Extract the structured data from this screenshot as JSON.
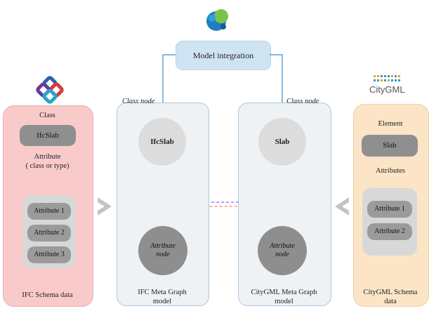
{
  "integration": {
    "label": "Model integration"
  },
  "ifc": {
    "class_title": "Class",
    "class_value": "IfcSlab",
    "attribute_title_line1": "Attribute",
    "attribute_title_line2": "( class or type)",
    "attributes": [
      "Attribute 1",
      "Attribute 2",
      "Attribute 3"
    ],
    "caption": "IFC Schema data"
  },
  "ifc_meta": {
    "class_node_label": "Class node",
    "class_node": "IfcSlab",
    "attribute_node_line1": "Attribute",
    "attribute_node_line2": "node",
    "caption_line1": "IFC Meta Graph",
    "caption_line2": "model"
  },
  "citygml_meta": {
    "class_node_label": "Class node",
    "class_node": "Slab",
    "attribute_node_line1": "Attribute",
    "attribute_node_line2": "node",
    "caption_line1": "CityGML Meta Graph",
    "caption_line2": "model"
  },
  "citygml": {
    "logo_text": "CityGML",
    "element_title": "Element",
    "element_value": "Slab",
    "attributes_title": "Attributes",
    "attributes": [
      "Attribute 1",
      "Attribute 2"
    ],
    "caption_line1": "CityGML Schema",
    "caption_line2": "data"
  },
  "icons": {
    "top": "graph-database-logo-icon",
    "ifc": "ifc-logo-icon",
    "citygml": "citygml-logo-icon"
  },
  "colors": {
    "arrow_blue": "#3a8fd0",
    "cross_orange": "#f08a5d",
    "cross_purple": "#9b5de5",
    "ifc_panel": "#f9caca",
    "citygml_panel": "#fbe5c6",
    "meta_panel": "#eef2f5",
    "integration_box": "#cfe4f3"
  }
}
